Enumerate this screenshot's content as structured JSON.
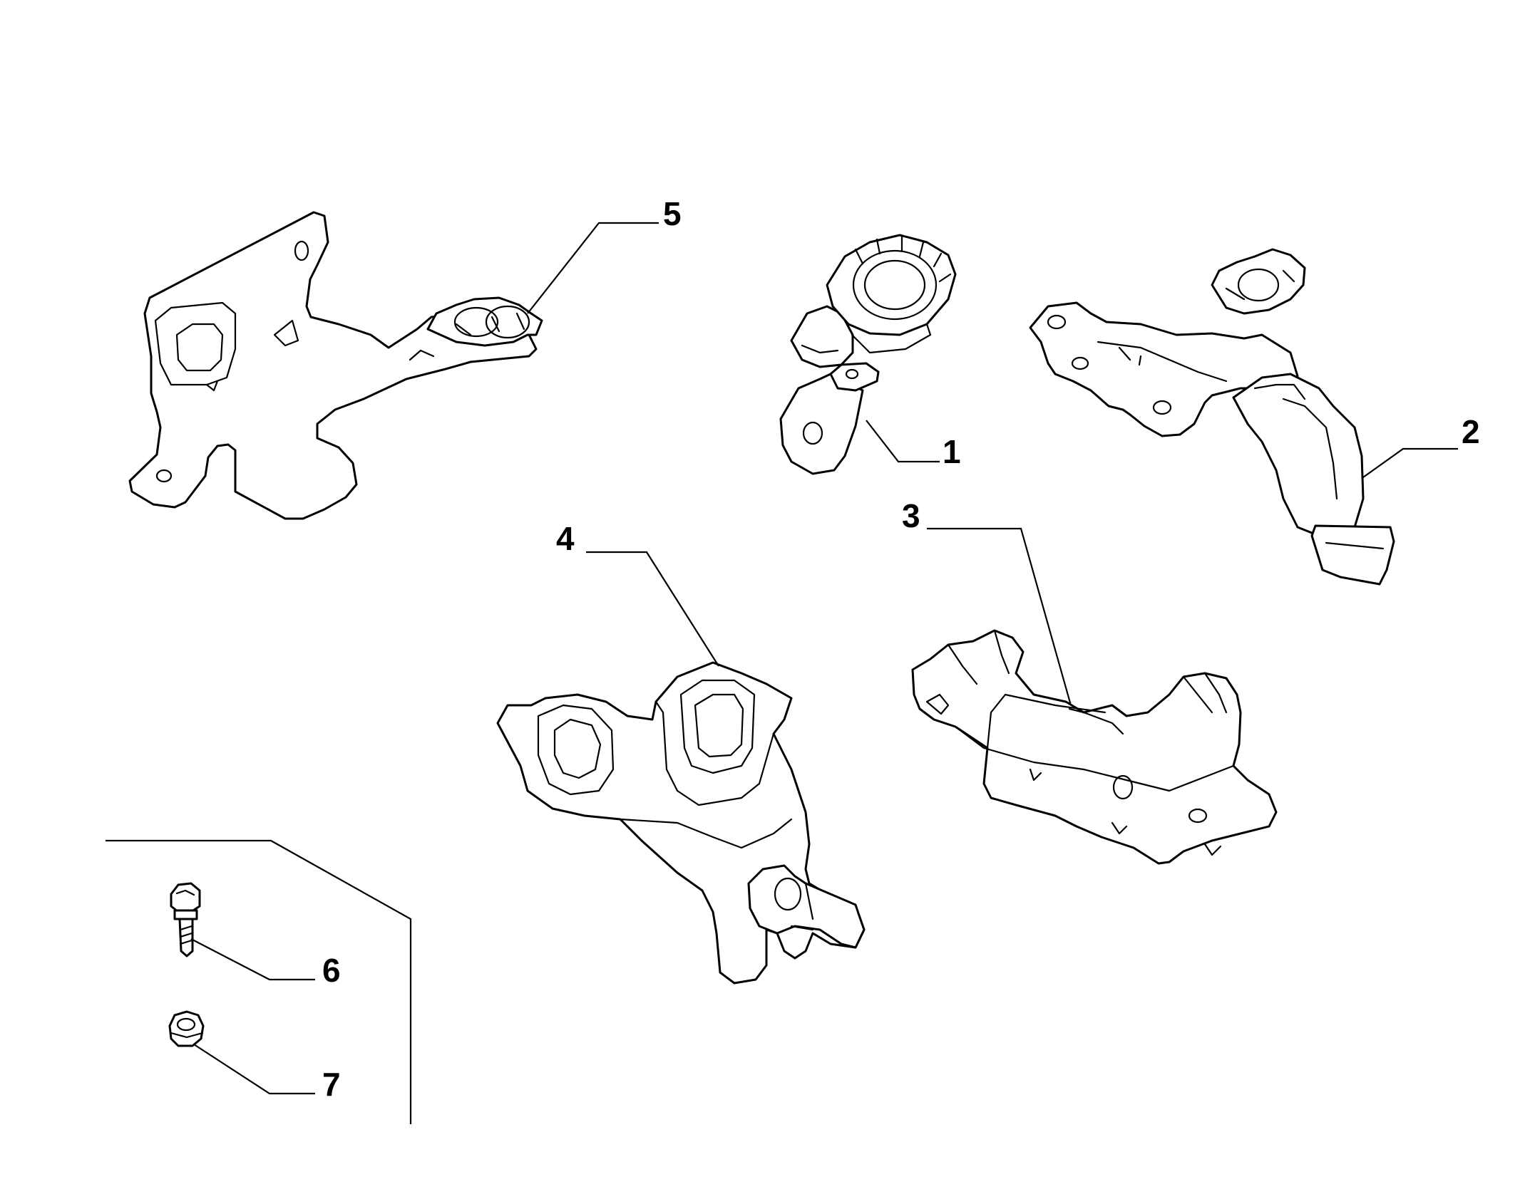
{
  "callouts": [
    {
      "id": "1",
      "label": "1"
    },
    {
      "id": "2",
      "label": "2"
    },
    {
      "id": "3",
      "label": "3"
    },
    {
      "id": "4",
      "label": "4"
    },
    {
      "id": "5",
      "label": "5"
    },
    {
      "id": "6",
      "label": "6"
    },
    {
      "id": "7",
      "label": "7"
    }
  ],
  "colors": {
    "background": "#ffffff",
    "line": "#000000"
  }
}
